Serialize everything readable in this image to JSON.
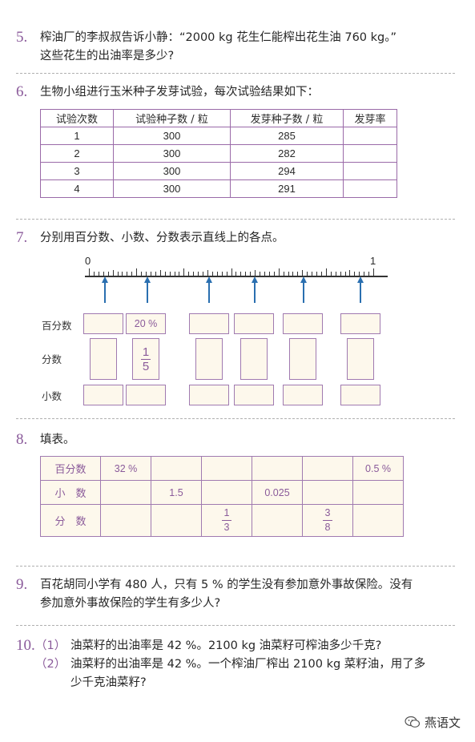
{
  "q5": {
    "num": "5.",
    "line1": "榨油厂的李叔叔告诉小静：“2000 kg 花生仁能榨出花生油 760 kg。”",
    "line2": "这些花生的出油率是多少?"
  },
  "q6": {
    "num": "6.",
    "text": "生物小组进行玉米种子发芽试验，每次试验结果如下：",
    "headers": [
      "试验次数",
      "试验种子数 / 粒",
      "发芽种子数 / 粒",
      "发芽率"
    ],
    "rows": [
      [
        "1",
        "300",
        "285",
        ""
      ],
      [
        "2",
        "300",
        "282",
        ""
      ],
      [
        "3",
        "300",
        "294",
        ""
      ],
      [
        "4",
        "300",
        "291",
        ""
      ]
    ]
  },
  "q7": {
    "num": "7.",
    "text": "分别用百分数、小数、分数表示直线上的各点。",
    "zero": "0",
    "one": "1",
    "labels": {
      "percent": "百分数",
      "fraction": "分数",
      "decimal": "小数"
    },
    "given_percent": "20 %",
    "given_fraction": {
      "num": "1",
      "den": "5"
    }
  },
  "q8": {
    "num": "8.",
    "text": "填表。",
    "row_labels": [
      "百分数",
      "小　数",
      "分　数"
    ],
    "percent_row": [
      "32 %",
      "",
      "",
      "",
      "",
      "0.5 %"
    ],
    "decimal_row": [
      "",
      "1.5",
      "",
      "0.025",
      "",
      ""
    ],
    "fraction_row": [
      null,
      null,
      {
        "num": "1",
        "den": "3"
      },
      null,
      {
        "num": "3",
        "den": "8"
      },
      null
    ]
  },
  "q9": {
    "num": "9.",
    "line1": "百花胡同小学有 480 人，只有 5 % 的学生没有参加意外事故保险。没有",
    "line2": "参加意外事故保险的学生有多少人?"
  },
  "q10": {
    "num": "10.",
    "p1_mark": "（1）",
    "p1": "油菜籽的出油率是 42 %。2100 kg 油菜籽可榨油多少千克?",
    "p2_mark": "（2）",
    "p2a": "油菜籽的出油率是 42 %。一个榨油厂榨出 2100 kg 菜籽油，用了多",
    "p2b": "少千克油菜籽?"
  },
  "watermark": {
    "text": "燕语文"
  },
  "colors": {
    "accent": "#8a5a9a",
    "arrow": "#2a6fb0",
    "fill": "#fdf8ec"
  }
}
